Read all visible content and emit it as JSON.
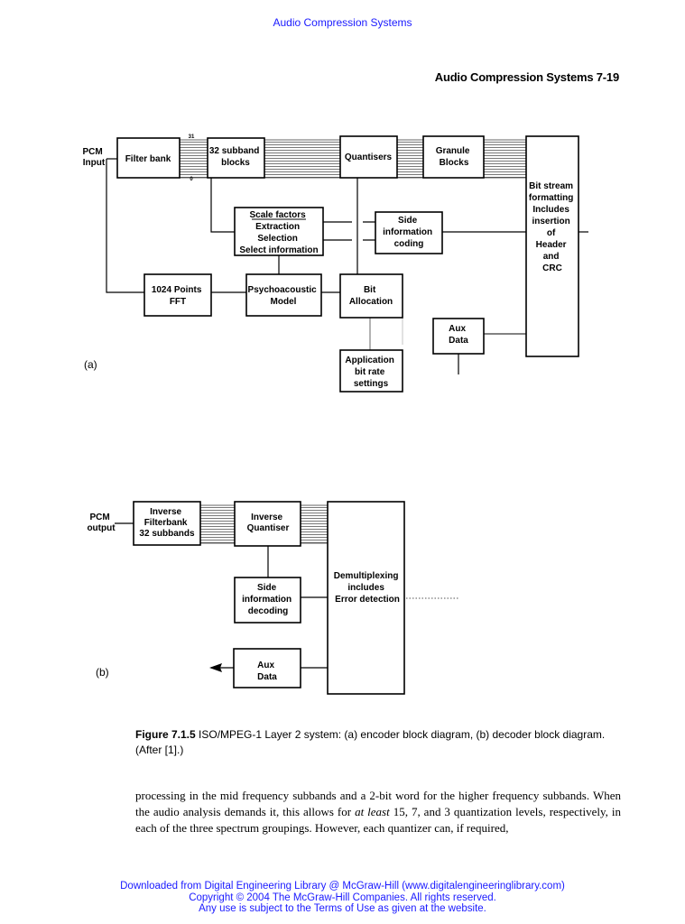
{
  "page_header": "Audio Compression Systems",
  "running_head": "Audio Compression Systems 7-19",
  "encoder": {
    "panel_label": "(a)",
    "input_label": [
      "PCM",
      "Input"
    ],
    "bus_top": "31",
    "bus_bottom": "0",
    "filter_bank": [
      "Filter bank"
    ],
    "subband_blocks": [
      "32 subband",
      "blocks"
    ],
    "quantisers": [
      "Quantisers"
    ],
    "granule_blocks": [
      "Granule",
      "Blocks"
    ],
    "bitstream": [
      "Bit stream",
      "formatting",
      "",
      "Includes",
      "insertion",
      "of",
      "Header",
      "and",
      "CRC"
    ],
    "scale_factors": [
      "Scale factors",
      "Extraction",
      "Selection",
      "Select information"
    ],
    "side_info_coding": [
      "Side",
      "information",
      "coding"
    ],
    "fft": [
      "1024 Points",
      "FFT"
    ],
    "psychoacoustic": [
      "Psychoacoustic",
      "Model"
    ],
    "bit_allocation": [
      "Bit",
      "Allocation"
    ],
    "aux_data": [
      "Aux",
      "Data"
    ],
    "app_settings": [
      "Application",
      "bit rate",
      "settings"
    ]
  },
  "decoder": {
    "panel_label": "(b)",
    "output_label": [
      "PCM",
      "output"
    ],
    "inverse_filterbank": [
      "Inverse",
      "Filterbank",
      "32 subbands"
    ],
    "inverse_quantiser": [
      "Inverse",
      "Quantiser"
    ],
    "demux": [
      "Demultiplexing",
      "",
      "includes",
      "Error detection"
    ],
    "side_info_decoding": [
      "Side",
      "information",
      "decoding"
    ],
    "aux_data": [
      "Aux",
      "Data"
    ]
  },
  "caption": {
    "figure_number": "Figure 7.1.5",
    "text": " ISO/MPEG-1 Layer 2 system: (a) encoder block diagram, (b) decoder block diagram. (After [1].)"
  },
  "body": {
    "part1": "processing in the mid frequency subbands and a 2-bit word for the higher frequency subbands. When the audio analysis demands it, this allows for ",
    "emphasis": "at least",
    "part2": " 15, 7, and 3 quantization levels, respectively, in each of the three spectrum groupings. However, each quantizer can, if required,"
  },
  "footer": [
    "Downloaded from Digital Engineering Library @ McGraw-Hill (www.digitalengineeringlibrary.com)",
    "Copyright © 2004 The McGraw-Hill Companies. All rights reserved.",
    "Any use is subject to the Terms of Use as given at the website."
  ]
}
